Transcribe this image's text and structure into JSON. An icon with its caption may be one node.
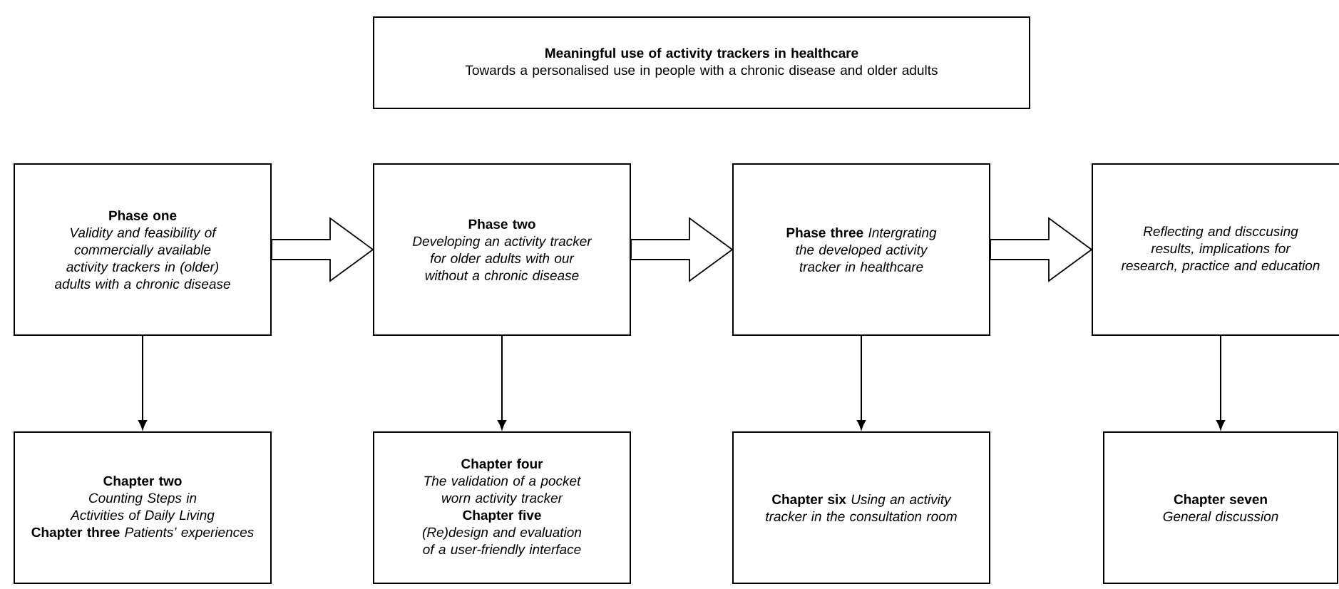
{
  "diagram": {
    "nodes": [
      {
        "text": [
          "Meaningful use of activity trackers in healthcare",
          "Towards a personalised use in people with a chronic disease and older adults"
        ]
      },
      {
        "text": [
          "Phase one",
          "Validity and feasibility of commercially available activity trackers in (older) adults with a chronic disease"
        ]
      },
      {
        "text": [
          "Phase two",
          "Developing an activity tracker for older adults with our without a chronic disease"
        ]
      },
      {
        "text": [
          "Phase three",
          "Intergrating the developed activity tracker in healthcare"
        ]
      },
      {
        "text": [
          "Reflecting and disccusing results, implications for research, practice and education"
        ]
      },
      {
        "text": [
          "Chapter two",
          "Counting Steps in Activities of Daily Living",
          "Chapter three",
          "Patients’ experiences"
        ]
      },
      {
        "text": [
          "Chapter four",
          "The validation of a pocket worn activity tracker",
          "Chapter five",
          "(Re)design and evaluation of a user-friendly interface"
        ]
      },
      {
        "text": [
          "Chapter six",
          "Using an activity tracker in the consultation room"
        ]
      },
      {
        "text": [
          "Chapter seven",
          "General discussion"
        ]
      }
    ],
    "edges": [
      {
        "from": 1,
        "to": 2,
        "arrow": "to"
      },
      {
        "from": 2,
        "to": 3,
        "arrow": "to"
      },
      {
        "from": 3,
        "to": 4,
        "arrow": "to"
      },
      {
        "from": 1,
        "to": 5,
        "arrow": "to"
      },
      {
        "from": 2,
        "to": 6,
        "arrow": "to"
      },
      {
        "from": 3,
        "to": 7,
        "arrow": "to"
      },
      {
        "from": 4,
        "to": 8,
        "arrow": "to"
      }
    ]
  }
}
